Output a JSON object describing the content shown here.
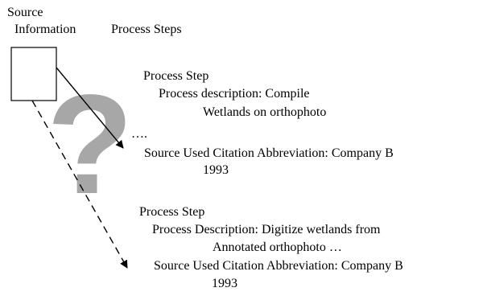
{
  "diagram": {
    "source_header_line1": "Source",
    "source_header_line2": "Information",
    "process_steps_header": "Process Steps",
    "question_mark": "?",
    "step1": {
      "title": "Process Step",
      "description_line1": "Process description: Compile",
      "description_line2": "Wetlands on orthophoto",
      "ellipsis": "….",
      "citation_line1": "Source Used Citation Abbreviation: Company B",
      "citation_line2": "1993"
    },
    "step2": {
      "title": "Process Step",
      "description_line1": "Process Description:  Digitize wetlands from",
      "description_line2": "Annotated orthophoto …",
      "citation_line1": "Source Used Citation Abbreviation:  Company B",
      "citation_line2": "1993"
    },
    "colors": {
      "question_mark": "#a7a7a7",
      "lines": "#000000",
      "background": "#ffffff"
    }
  }
}
